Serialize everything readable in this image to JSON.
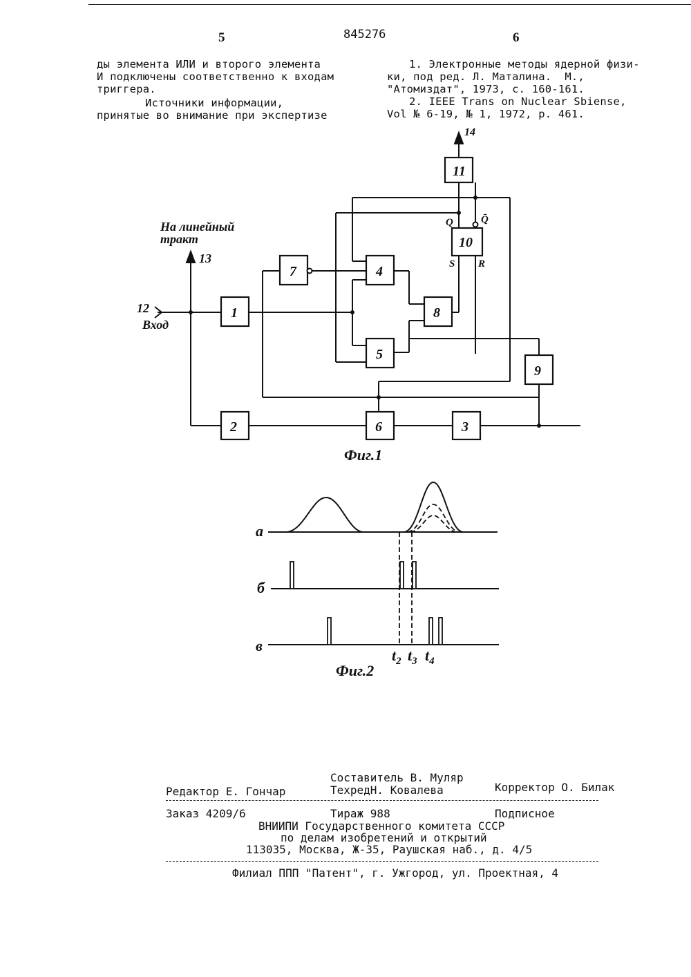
{
  "header": {
    "left_col": "5",
    "number": "845276",
    "right_col": "6"
  },
  "left_column": {
    "lines": [
      "ды элемента ИЛИ и второго элемента",
      "И подключены соответственно к входам",
      "триггера."
    ],
    "sources_title": "Источники информации,",
    "sources_subtitle": "принятые во внимание при экспертизе"
  },
  "right_column": {
    "lines": [
      "1. Электронные методы ядерной физи-",
      "ки, под ред. Л. Маталина.  М.,",
      "\"Атомиздат\", 1973, с. 160-161.",
      "2. IEEE Trans on Nuclear Sbiense,",
      "Vol № 6-19, № 1, 1972, p. 461."
    ]
  },
  "figure1": {
    "caption": "Фиг.1",
    "input_number": "12",
    "input_label": "Вход",
    "output_label_1": "На линейный",
    "output_label_2": "тракт",
    "output_number": "13",
    "top_output_number": "14",
    "blocks": {
      "b1": "1",
      "b2": "2",
      "b3": "3",
      "b4": "4",
      "b5": "5",
      "b6": "6",
      "b7": "7",
      "b8": "8",
      "b9": "9",
      "b10": "10",
      "b11": "11"
    },
    "trigger_pins": {
      "q": "Q",
      "q_bar": "Q̄",
      "s": "S",
      "r": "R"
    }
  },
  "figure2": {
    "caption": "Фиг.2",
    "row_labels": {
      "a": "a",
      "b": "б",
      "c": "в"
    },
    "t_labels": {
      "t2": "t",
      "t2_sub": "2",
      "t3": "t",
      "t3_sub": "3",
      "t4": "t",
      "t4_sub": "4"
    }
  },
  "imprint": {
    "composer": "Составитель В. Муляр",
    "editor": "Редактор Е. Гончар",
    "techred": "ТехредН. Ковалева",
    "corrector": "Корректор О. Билак",
    "order": "Заказ 4209/6",
    "circulation": "Тираж 988",
    "subscription": "Подписное",
    "org_1": "ВНИИПИ Государственного комитета СССР",
    "org_2": "по делам изобретений и открытий",
    "org_3": "113035, Москва, Ж-35, Раушская наб., д. 4/5",
    "branch": "Филиал ППП \"Патент\", г. Ужгород, ул. Проектная, 4"
  }
}
